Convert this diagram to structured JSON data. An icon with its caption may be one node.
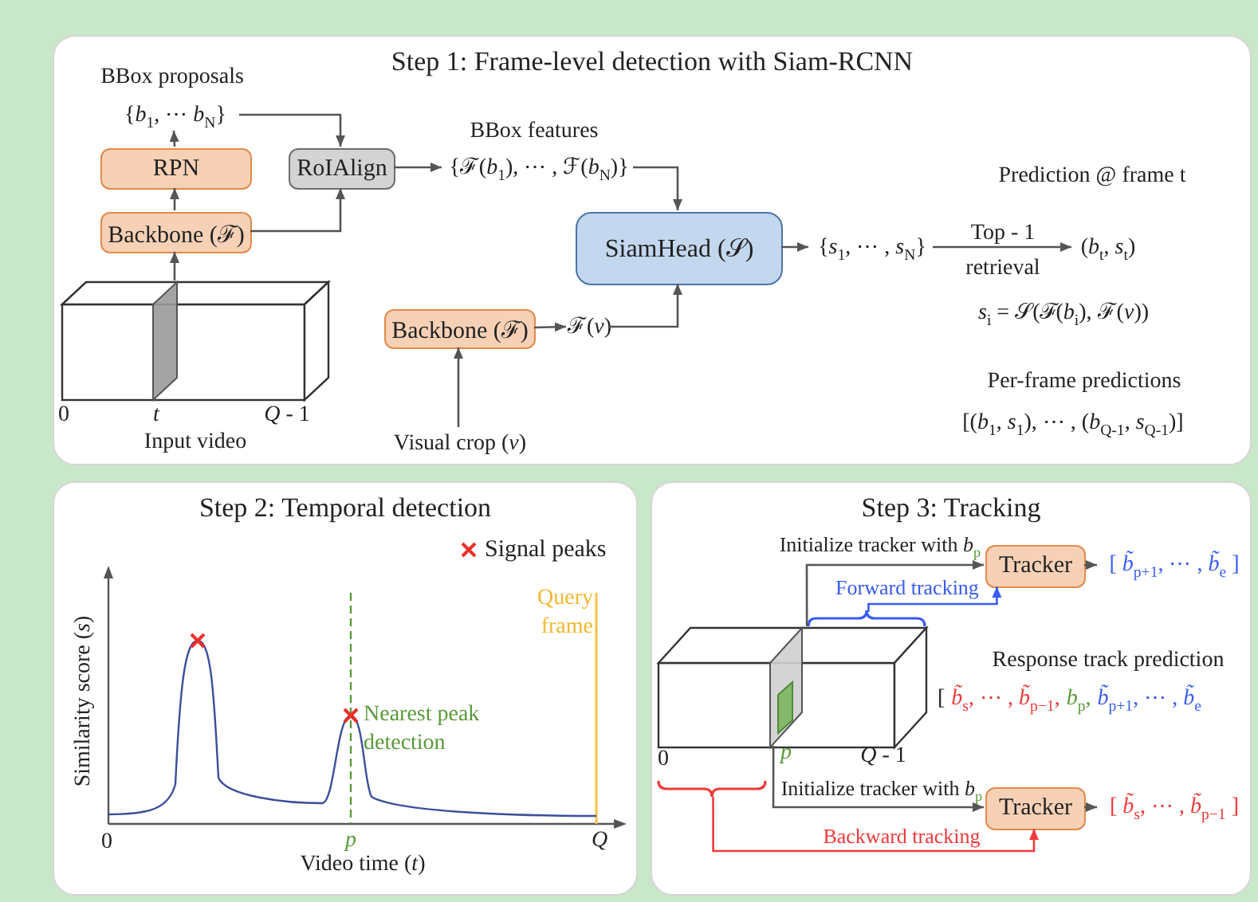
{
  "diagram": {
    "nodes": [
      {
        "text": [
          "Step 1: Frame-level detection with Siam-RCNN"
        ]
      },
      {
        "text": [
          "{*b*$_{1}$, ⋯ *b*$_{N}$}"
        ],
        "in": 0,
        "beside": [
          "BBox proposals"
        ]
      },
      {
        "text": [
          "RPN"
        ],
        "in": 0
      },
      {
        "text": [
          "RoIAlign"
        ],
        "in": 0
      },
      {
        "text": [
          "Backbone (ℱ)"
        ],
        "in": 0
      },
      {
        "text": [],
        "shape": "picture",
        "in": 0,
        "beside": [
          "Input video"
        ]
      },
      {
        "text": [
          "{ℱ(*b*$_{1}$), ⋯ , ℱ(*b*$_{N}$)}"
        ],
        "in": 0,
        "beside": [
          "BBox features"
        ]
      },
      {
        "text": [
          "SiamHead (𝒮)"
        ],
        "in": 0
      },
      {
        "text": [
          "{*s*$_{1}$, ⋯ , *s*$_{N}$}"
        ],
        "in": 0
      },
      {
        "text": [
          "(*b*$_{t}$, *s*$_{t}$)"
        ],
        "in": 0
      },
      {
        "text": [
          "Backbone (ℱ)"
        ],
        "in": 0
      },
      {
        "text": [
          "ℱ(*v*)"
        ],
        "in": 0
      },
      {
        "text": [
          "Visual crop (*v*)"
        ],
        "in": 0
      },
      {
        "text": [
          "Step 2: Temporal detection"
        ]
      },
      {
        "text": [
          "Step 3: Tracking"
        ]
      },
      {
        "text": [],
        "shape": "picture",
        "in": 14
      },
      {
        "text": [
          "Tracker"
        ],
        "in": 14
      },
      {
        "text": [
          "[ *b̃*$_{p+1}$, ⋯ , *b̃*$_{e}$ ]"
        ],
        "in": 14
      },
      {
        "text": [
          "Tracker"
        ],
        "in": 14
      },
      {
        "text": [
          "[ *b̃*$_{s}$, ⋯ , *b̃*$_{p−1}$ ]"
        ],
        "in": 14
      }
    ],
    "edges": [
      {
        "from": 2,
        "to": 1,
        "arrow": "to"
      },
      {
        "from": 1,
        "to": 3,
        "arrow": "to"
      },
      {
        "from": 4,
        "to": 2,
        "arrow": "to"
      },
      {
        "from": 4,
        "to": 3,
        "arrow": "to"
      },
      {
        "from": 5,
        "to": 4,
        "arrow": "to"
      },
      {
        "from": 3,
        "to": 6,
        "arrow": "to"
      },
      {
        "from": 6,
        "to": 7,
        "arrow": "to"
      },
      {
        "from": 12,
        "to": 10,
        "arrow": "to"
      },
      {
        "from": 10,
        "to": 11,
        "arrow": "to"
      },
      {
        "from": 11,
        "to": 7,
        "arrow": "to"
      },
      {
        "from": 7,
        "to": 8,
        "arrow": "to"
      },
      {
        "from": 8,
        "to": 9,
        "arrow": "to",
        "label": "Top - 1 retrieval"
      },
      {
        "from": 15,
        "to": 16,
        "arrow": "to",
        "label": "Initialize tracker with *b*$_{p}$"
      },
      {
        "from": 15,
        "to": 16,
        "arrow": "to",
        "label": "Forward tracking",
        "color": "#3a5cf0"
      },
      {
        "from": 16,
        "to": 17,
        "arrow": "to"
      },
      {
        "from": 15,
        "to": 18,
        "arrow": "to",
        "label": "Initialize tracker with *b*$_{p}$"
      },
      {
        "from": 15,
        "to": 18,
        "arrow": "to",
        "label": "Backward tracking",
        "color": "#ee3a3a"
      },
      {
        "from": 18,
        "to": 19,
        "arrow": "to"
      }
    ],
    "labels": [
      "0",
      "t",
      "*Q* - 1",
      "Prediction @ frame t",
      "*s*$_{i}$ = 𝒮(ℱ(*b*$_{i}$), ℱ(*v*))",
      "Per-frame predictions",
      "[(*b*$_{1}$, *s*$_{1}$), ⋯ , (*b*$_{Q-1}$, *s*$_{Q-1}$)]",
      "Query frame",
      "Nearest peak detection",
      "Similarity score (*s*)",
      "0",
      "p",
      "Q",
      "Video time (*t*)",
      "Response track prediction",
      "[",
      "*b̃*$_{s}$, ⋯ , *b̃*$_{p−1}$,",
      "*b*$_{p}$,",
      "*b̃*$_{p+1}$, ⋯ , *b̃*$_{e}$",
      "0",
      "p",
      "*Q* - 1"
    ],
    "legend": [
      {
        "text": "Signal peaks"
      }
    ]
  }
}
